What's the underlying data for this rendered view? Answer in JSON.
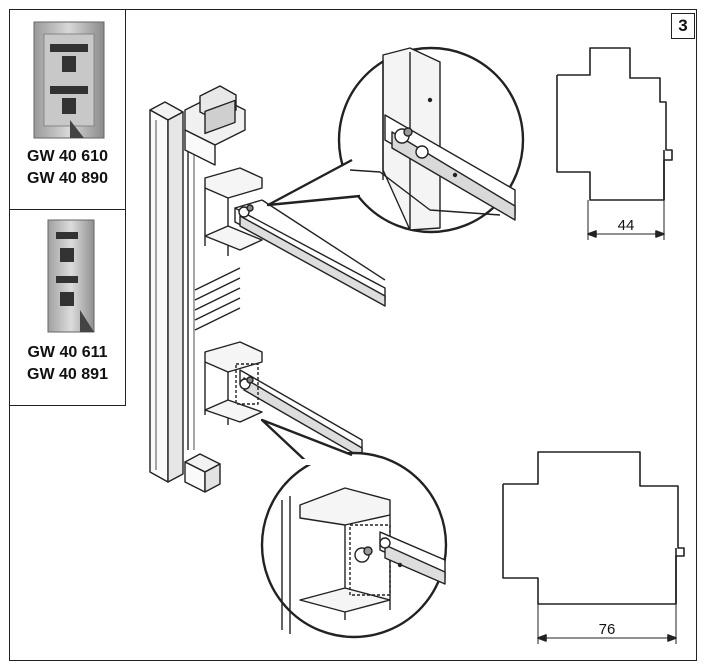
{
  "step": {
    "number": "3"
  },
  "products": [
    {
      "codes": [
        "GW 40 610",
        "GW 40 890"
      ],
      "device_icon": "two-button-keypad-icon"
    },
    {
      "codes": [
        "GW 40 611",
        "GW 40 891"
      ],
      "device_icon": "four-button-keypad-icon"
    }
  ],
  "dimensions": {
    "module_small_width": "44",
    "module_large_width": "76"
  },
  "colors": {
    "line": "#222222",
    "panel_grey": "#bdbdbd",
    "keypad_dark": "#555555"
  }
}
